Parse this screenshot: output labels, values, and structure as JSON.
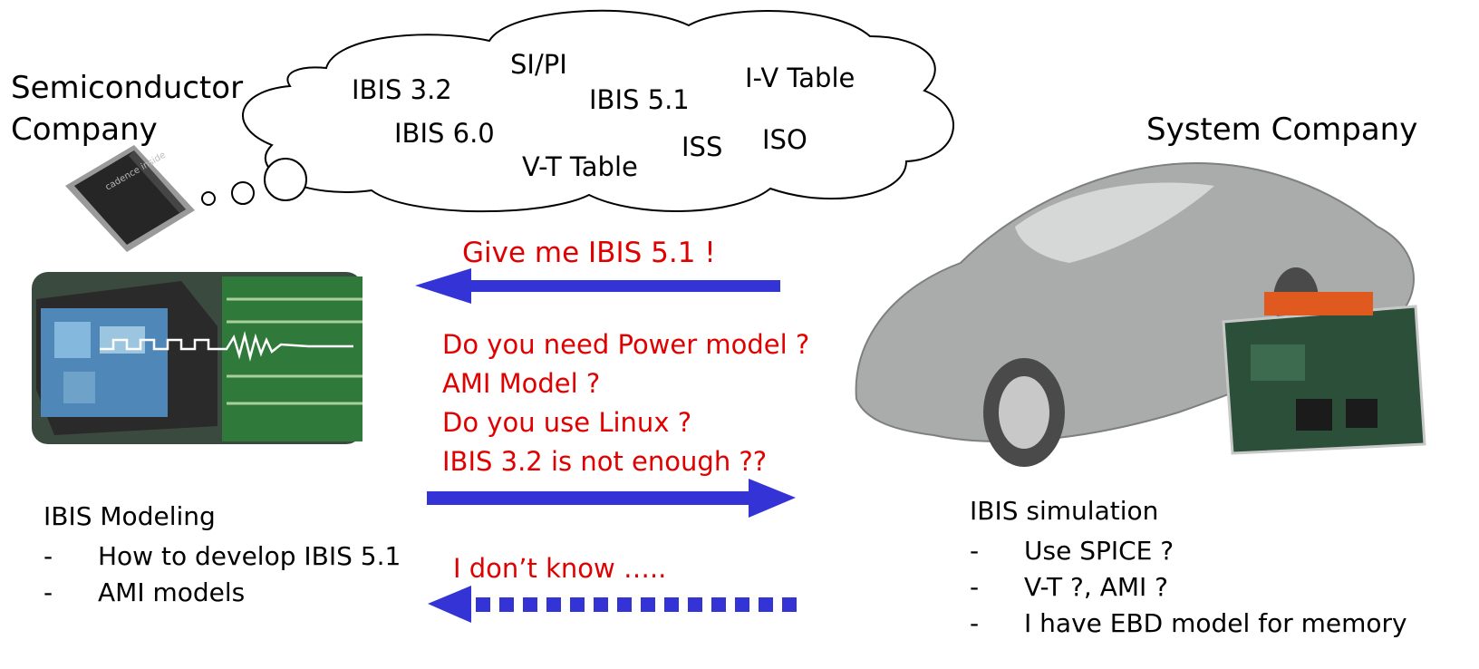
{
  "left_title": [
    "Semiconductor",
    "Company"
  ],
  "right_title": "System Company",
  "cloud_terms": [
    "IBIS 3.2",
    "SI/PI",
    "IBIS 5.1",
    "I-V Table",
    "IBIS 6.0",
    "V-T Table",
    "ISS",
    "ISO"
  ],
  "chip_logo": "cadence inside",
  "request_text": "Give me IBIS 5.1 !",
  "questions": [
    "Do you need Power model ?",
    "AMI Model ?",
    "Do you use Linux ?",
    "IBIS 3.2 is not enough ??"
  ],
  "reply_text": "I don’t know …..",
  "left_section": {
    "heading": "IBIS Modeling",
    "items": [
      "How to develop IBIS 5.1",
      "AMI models"
    ]
  },
  "right_section": {
    "heading": "IBIS simulation",
    "items": [
      "Use SPICE ?",
      "V-T ?,  AMI ?",
      "I have EBD model for memory"
    ]
  },
  "colors": {
    "arrow": "#3434d6",
    "question_text": "#e00000"
  }
}
